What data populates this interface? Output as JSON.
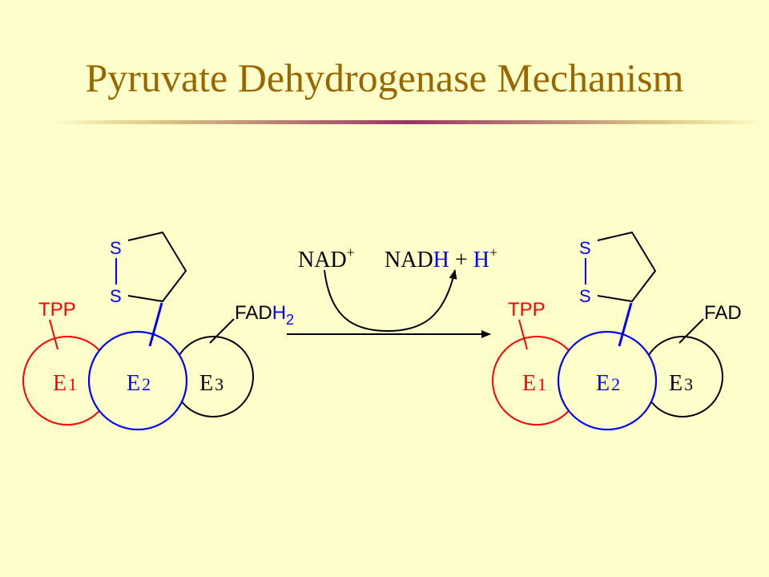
{
  "slide": {
    "title": "Pyruvate Dehydrogenase Mechanism"
  },
  "colors": {
    "title": "#996600",
    "e1": "#ff0000",
    "e2": "#0000ff",
    "e3": "#000000",
    "background": "#ffffcc"
  },
  "left_complex": {
    "tpp_label": "TPP",
    "s_top": "S",
    "s_bottom": "S",
    "e1": {
      "letter": "E",
      "sub": "1"
    },
    "e2": {
      "letter": "E",
      "sub": "2"
    },
    "e3": {
      "letter": "E",
      "sub": "3"
    },
    "cofactor": {
      "main": "FAD",
      "h": "H",
      "sub": "2"
    }
  },
  "right_complex": {
    "tpp_label": "TPP",
    "s_top": "S",
    "s_bottom": "S",
    "e1": {
      "letter": "E",
      "sub": "1"
    },
    "e2": {
      "letter": "E",
      "sub": "2"
    },
    "e3": {
      "letter": "E",
      "sub": "3"
    },
    "cofactor": {
      "main": "FAD"
    }
  },
  "reaction": {
    "reactant": "NAD",
    "reactant_charge": "+",
    "product_nad": "NAD",
    "product_h": "H",
    "plus": " + ",
    "proton": "H",
    "proton_charge": "+"
  }
}
